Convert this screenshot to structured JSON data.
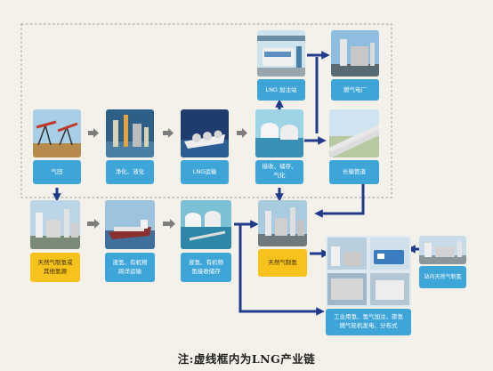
{
  "caption": "注:虚线框内为LNG产业链",
  "nodes": {
    "gas_field": {
      "lines": [
        "气田"
      ]
    },
    "purification": {
      "lines": [
        "净化、液化"
      ]
    },
    "lng_transport": {
      "lines": [
        "LNG运输"
      ]
    },
    "receiving": {
      "lines": [
        "接收、储存、",
        "气化"
      ]
    },
    "refueling": {
      "lines": [
        "LNG 加注站"
      ]
    },
    "power_plant": {
      "lines": [
        "燃气电厂"
      ]
    },
    "pipeline": {
      "lines": [
        "长输管道"
      ]
    },
    "hydrogen_source": {
      "lines": [
        "天然气制氢或",
        "其他氢源"
      ]
    },
    "liquid_hydrogen_transport": {
      "lines": [
        "液氢、有机物",
        "跨洋运输"
      ]
    },
    "hydrogen_receiving": {
      "lines": [
        "液氢、有机物",
        "氢接收储存"
      ]
    },
    "gas_to_hydrogen": {
      "lines": [
        "天然气制氢"
      ]
    },
    "industrial_use": {
      "lines": [
        "工业用氢、氢气加注、掺氢",
        "燃气轮机发电、分布式"
      ]
    },
    "station_hydrogen": {
      "lines": [
        "站内天然气制氢"
      ]
    }
  },
  "colors": {
    "label_blue": "#3ea5d8",
    "label_yellow": "#f6c21b",
    "arrow_navy": "#1f3a8a",
    "arrow_gray": "#7d7d7d",
    "dashed_border": "#9a9a9a"
  },
  "icons": {
    "gas_field": "oil-pump-icon",
    "purification": "refinery-icon",
    "lng_transport": "lng-carrier-icon",
    "receiving": "storage-tank-icon",
    "refueling": "fueling-station-icon",
    "power_plant": "power-plant-icon",
    "pipeline": "pipeline-icon",
    "hydrogen_source": "hydrogen-plant-icon",
    "liquid_hydrogen_transport": "tanker-ship-icon",
    "hydrogen_receiving": "hydrogen-terminal-icon",
    "gas_to_hydrogen": "reformer-plant-icon",
    "industrial_use": "industrial-collage-icon",
    "station_hydrogen": "station-hydrogen-icon"
  }
}
